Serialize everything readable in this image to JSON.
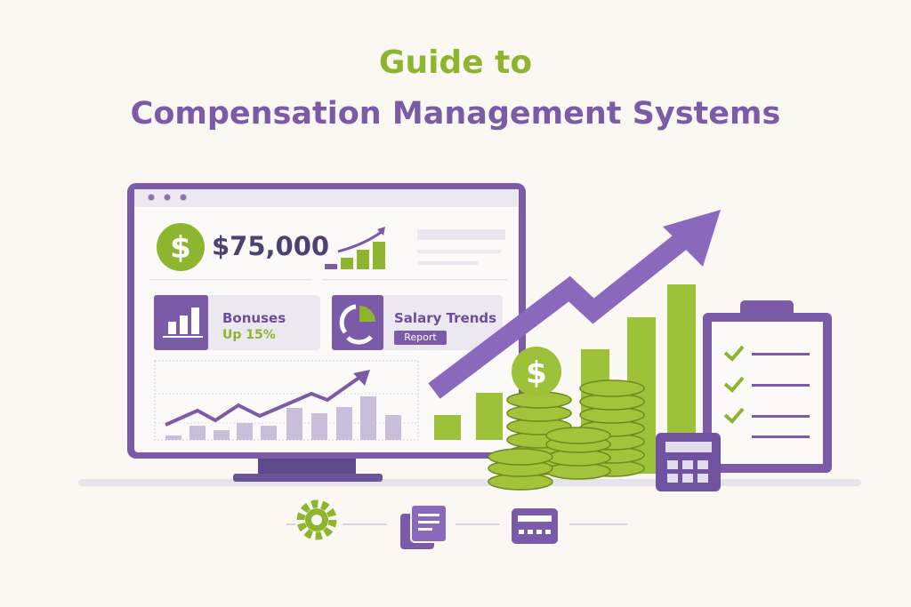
{
  "title": {
    "line1": "Guide to",
    "line2": "Compensation Management Systems"
  },
  "dashboard": {
    "salary_amount": "$75,000",
    "cards": [
      {
        "title": "Bonuses",
        "subtitle": "Up 15%",
        "icon": "bar-chart-icon"
      },
      {
        "title": "Salary Trends",
        "badge": "Report",
        "icon": "pie-chart-icon"
      }
    ]
  },
  "bottom_icons": [
    "gear-icon",
    "documents-icon",
    "card-icon"
  ],
  "colors": {
    "purple": "#7b5aa8",
    "green": "#8db52f",
    "background": "#fbf8f4"
  }
}
